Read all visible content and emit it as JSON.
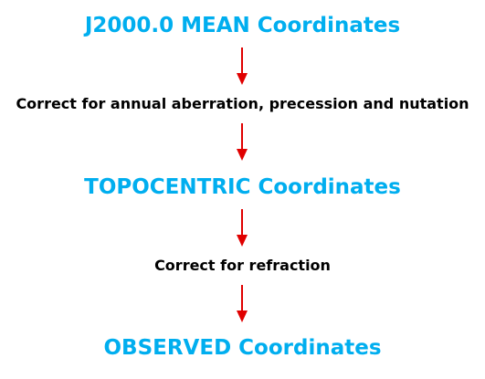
{
  "colors": {
    "stage_text": "#00aeef",
    "arrow": "#e00000",
    "label_text": "#000000"
  },
  "stages": [
    {
      "label": "J2000.0 MEAN Coordinates"
    },
    {
      "label": "TOPOCENTRIC Coordinates"
    },
    {
      "label": "OBSERVED Coordinates"
    }
  ],
  "transitions": [
    {
      "label": "Correct for annual aberration, precession and nutation"
    },
    {
      "label": "Correct for refraction"
    }
  ],
  "icons": {
    "arrow": "arrow-down-icon"
  }
}
